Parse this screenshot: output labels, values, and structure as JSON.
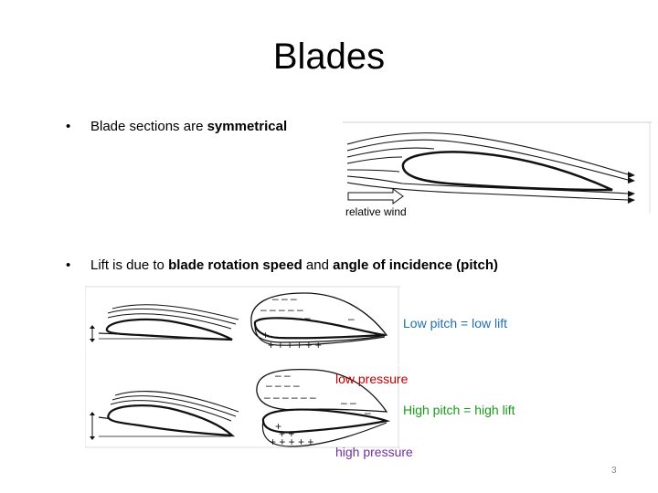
{
  "slide": {
    "title": "Blades",
    "bullet_glyph": "•",
    "bullet1": {
      "text_a": "Blade sections are ",
      "bold_a": "symmetrical"
    },
    "bullet2": {
      "text_a": "Lift is due to ",
      "bold_a": "blade rotation speed",
      "text_b": " and ",
      "bold_b": "angle of incidence (pitch)"
    },
    "figure1": {
      "caption": "relative wind"
    },
    "figure2": {
      "low_pitch_label": "Low pitch = low lift",
      "high_pitch_label": "High pitch = high lift",
      "low_pressure_label": "low pressure",
      "high_pressure_label": "high pressure"
    },
    "page_number": "3"
  },
  "colors": {
    "low_pitch": "#1f6fb2",
    "high_pitch": "#1a9a1a",
    "low_pressure": "#c00000",
    "high_pressure": "#7030a0"
  }
}
